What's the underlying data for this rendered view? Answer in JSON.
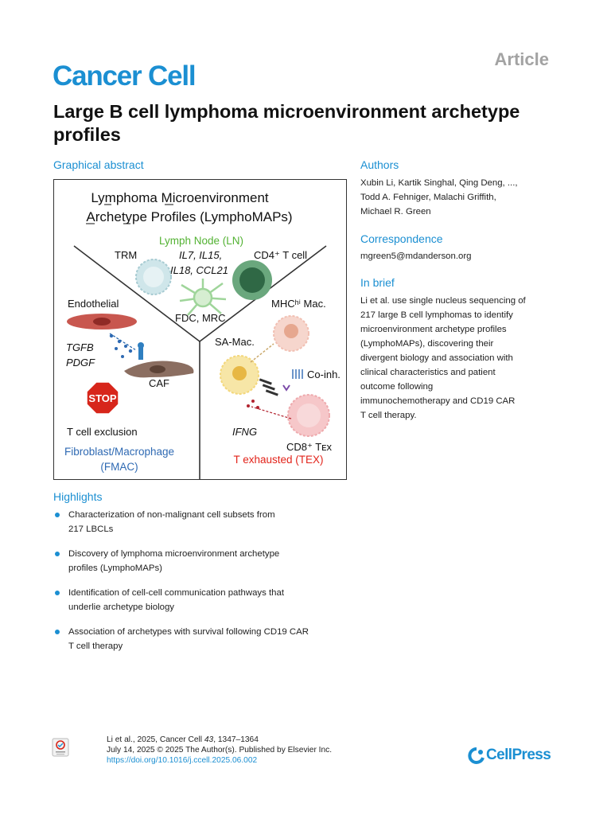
{
  "header": {
    "article_type": "Article",
    "journal": "Cancer Cell",
    "title": "Large B cell lymphoma microenvironment archetype profiles"
  },
  "graphical_abstract": {
    "heading": "Graphical abstract",
    "title_line1": "Lymphoma Microenvironment",
    "title_line2": "Archetype Profiles (LymphoMAPs)",
    "ln_label": "Lymph Node (LN)",
    "trm": "TRM",
    "cytokines_line1": "IL7, IL15,",
    "cytokines_line2": "IL18, CCL21",
    "cd4": "CD4⁺ T cell",
    "endothelial": "Endothelial",
    "fdc_mrc": "FDC, MRC",
    "mhc_mac": "MHCʰⁱ Mac.",
    "sa_mac": "SA-Mac.",
    "tgfb": "TGFB",
    "pdgf": "PDGF",
    "coinh": "Co-inh.",
    "caf": "CAF",
    "stop": "STOP",
    "t_exclusion": "T cell exclusion",
    "ifng": "IFNG",
    "cd8_tex": "CD8⁺ Tᴇx",
    "fmac_line1": "Fibroblast/Macrophage",
    "fmac_line2": "(FMAC)",
    "tex_label": "T exhausted (TEX)",
    "colors": {
      "ln": "#53b233",
      "fmac": "#2f6ab3",
      "tex": "#e2231a",
      "stop": "#d7261b"
    }
  },
  "authors": {
    "heading": "Authors",
    "line1": "Xubin Li, Kartik Singhal, Qing Deng, ...,",
    "line2": "Todd A. Fehniger, Malachi Griffith,",
    "line3": "Michael R. Green"
  },
  "correspondence": {
    "heading": "Correspondence",
    "email": "mgreen5@mdanderson.org"
  },
  "in_brief": {
    "heading": "In brief",
    "lines": [
      "Li et al. use single nucleus sequencing of",
      "217 large B cell lymphomas to identify",
      "microenvironment archetype profiles",
      "(LymphoMAPs), discovering their",
      "divergent biology and association with",
      "clinical characteristics and patient",
      "outcome following",
      "immunochemotherapy and CD19 CAR",
      "T cell therapy."
    ]
  },
  "highlights": {
    "heading": "Highlights",
    "items": [
      [
        "Characterization of non-malignant cell subsets from",
        "217 LBCLs"
      ],
      [
        "Discovery of lymphoma microenvironment archetype",
        "profiles (LymphoMAPs)"
      ],
      [
        "Identification of cell-cell communication pathways that",
        "underlie archetype biology"
      ],
      [
        "Association of archetypes with survival following CD19 CAR",
        "T cell therapy"
      ]
    ]
  },
  "citation": {
    "line1_prefix": "Li et al., 2025, Cancer Cell ",
    "volume": "43",
    "pages": ", 1347–1364",
    "line2": "July 14, 2025 © 2025 The Author(s). Published by Elsevier Inc.",
    "doi": "https://doi.org/10.1016/j.ccell.2025.06.002"
  },
  "publisher": {
    "name": "CellPress",
    "color": "#1b8fd2"
  }
}
